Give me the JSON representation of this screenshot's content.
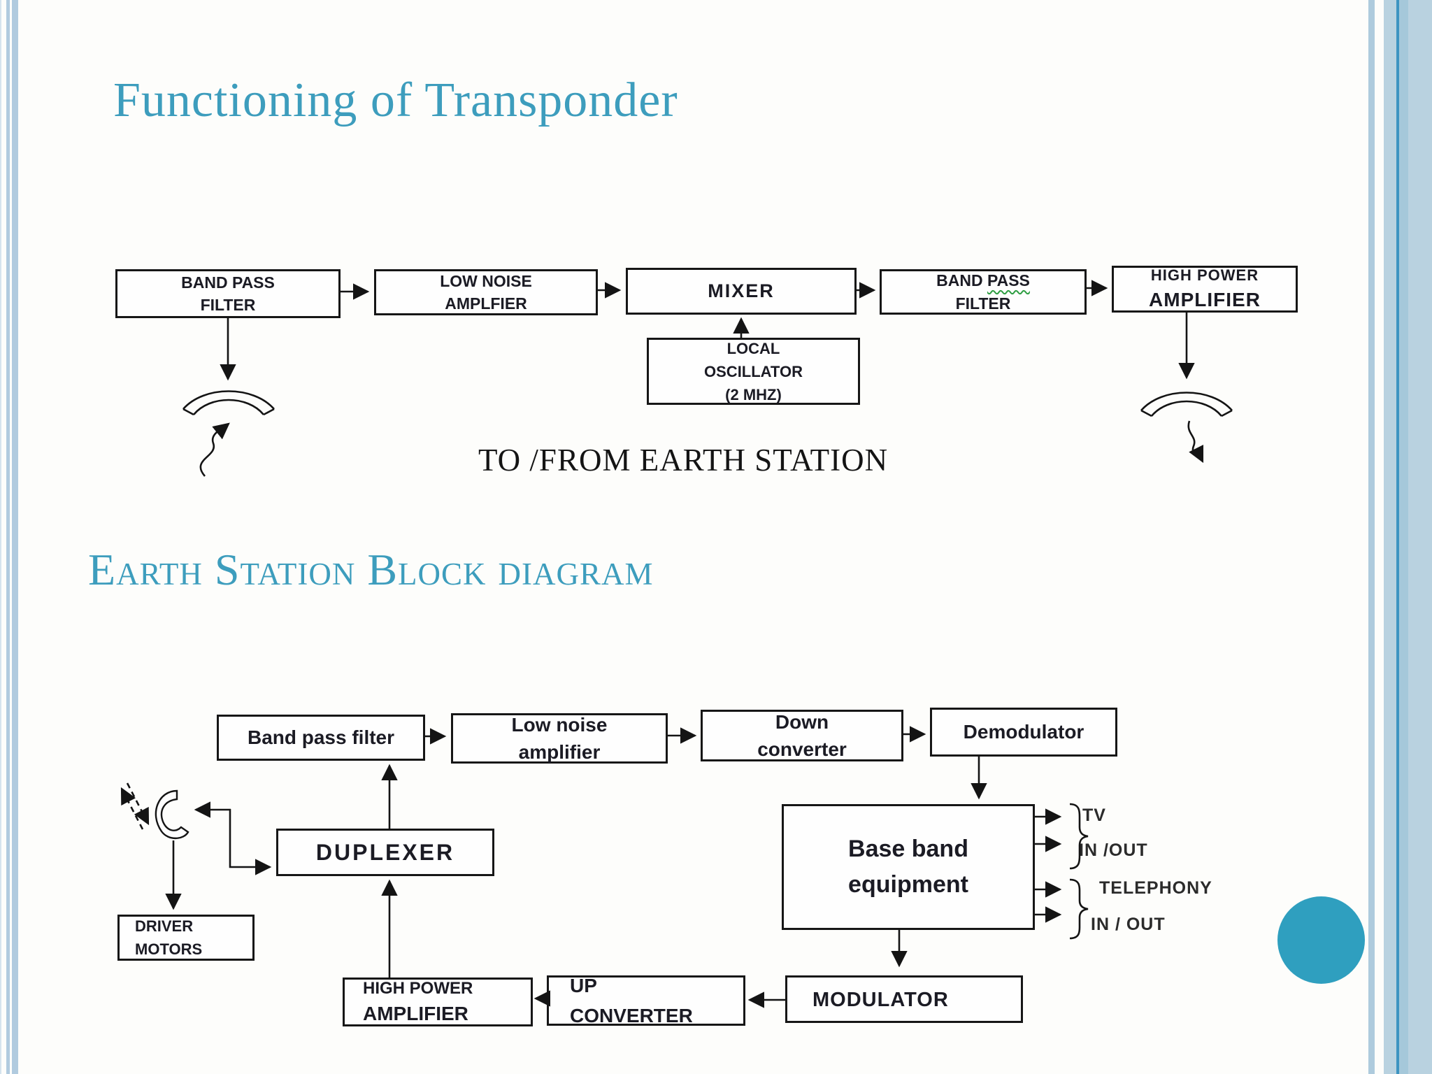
{
  "slide": {
    "title": "Functioning of Transponder",
    "section_heading": "Earth Station Block diagram",
    "caption": "TO /FROM EARTH STATION"
  },
  "colors": {
    "accent_teal": "#3d9dbd",
    "circle_teal": "#2f9fbf",
    "stripe_light_blue": "#b1cbdf",
    "stripe_dark_blue": "#3d94c1",
    "box_border": "#161616",
    "squiggle_green": "#2e9e42"
  },
  "transponder_diagram": {
    "band_pass_filter_1": {
      "line1": "BAND PASS",
      "line2": "FILTER"
    },
    "low_noise_amplifier": {
      "line1": "LOW NOISE",
      "line2": "AMPLFIER"
    },
    "mixer": {
      "line1": "MIXER"
    },
    "band_pass_filter_2": {
      "word1": "BAND",
      "word2": "PASS",
      "line2": "FILTER"
    },
    "high_power_amplifier": {
      "line1": "HIGH POWER",
      "line2": "AMPLIFIER"
    },
    "local_oscillator": {
      "line1": "LOCAL",
      "line2": "OSCILLATOR",
      "line3": "(2 MHZ)"
    }
  },
  "earth_station_diagram": {
    "band_pass_filter": {
      "line1": "Band pass filter"
    },
    "low_noise_amplifier": {
      "line1": "Low noise",
      "line2": "amplifier"
    },
    "down_converter": {
      "line1": "Down",
      "line2": "converter"
    },
    "demodulator": {
      "line1": "Demodulator"
    },
    "duplexer": {
      "line1": "DUPLEXER"
    },
    "base_band_equipment": {
      "line1": "Base band",
      "line2": "equipment"
    },
    "driver_motors": {
      "line1": "DRIVER",
      "line2": "MOTORS"
    },
    "high_power_amplifier": {
      "line1": "HIGH POWER",
      "line2": "AMPLIFIER"
    },
    "up_converter": {
      "line1": "UP",
      "line2": "CONVERTER"
    },
    "modulator": {
      "line1": "MODULATOR"
    },
    "outputs": {
      "tv": "TV",
      "tv_inout": "IN /OUT",
      "telephony": "TELEPHONY",
      "telephony_inout": "IN / OUT"
    }
  }
}
